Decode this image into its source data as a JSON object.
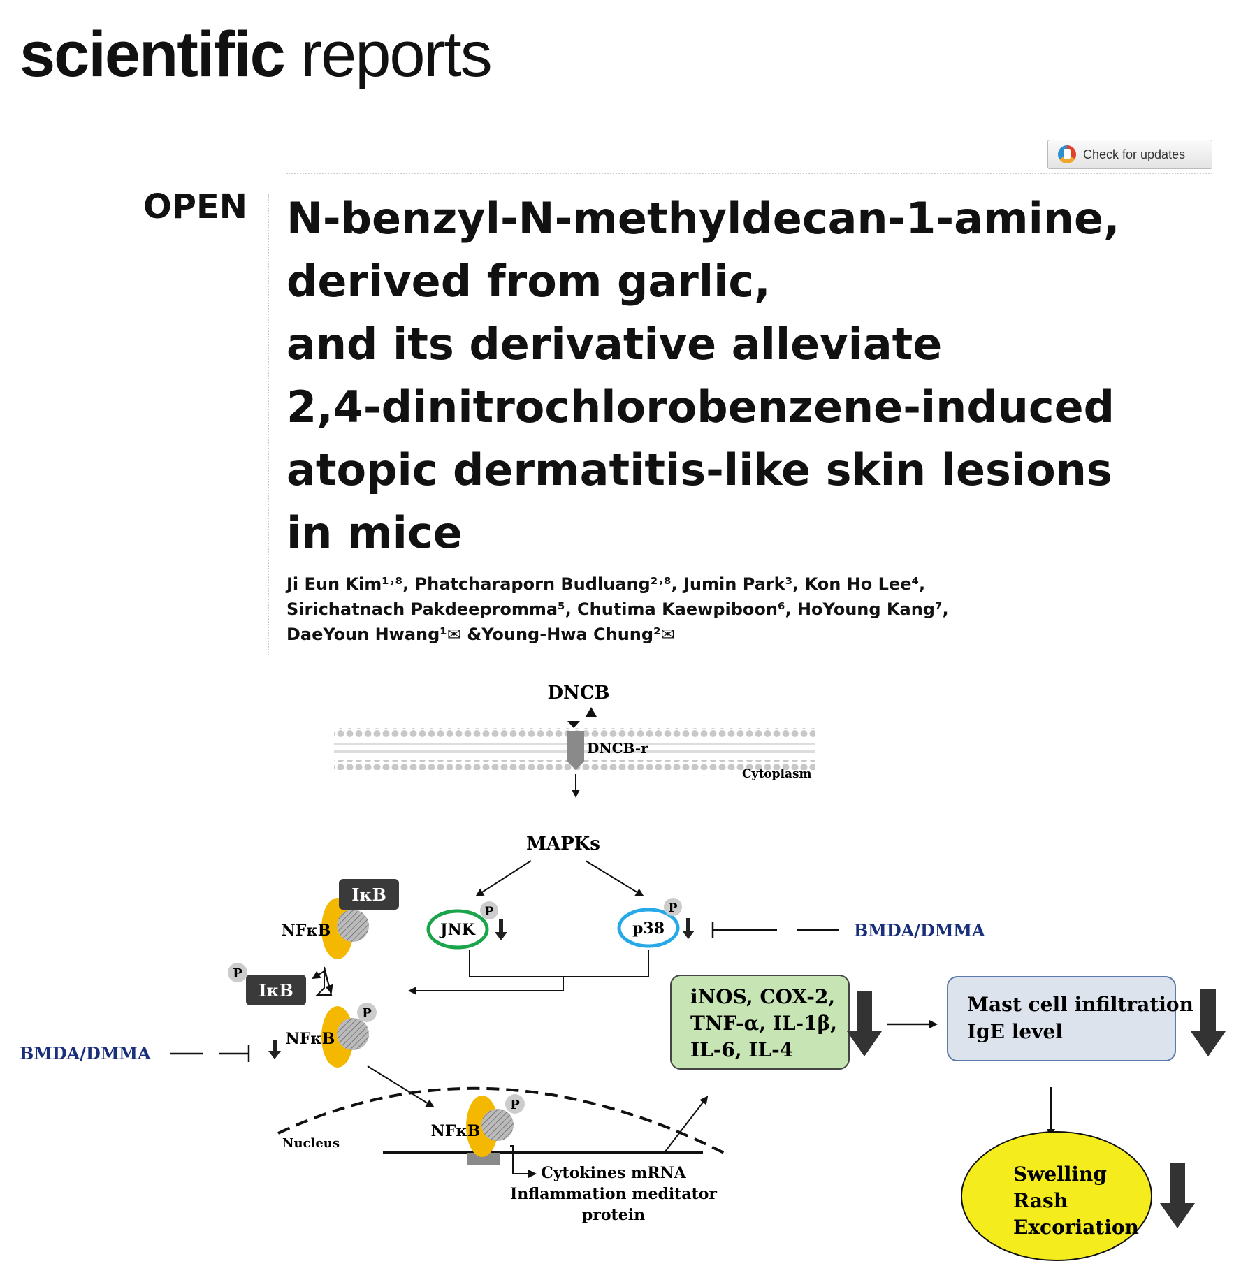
{
  "journal": {
    "bold_part": "scientific",
    "light_part": " reports"
  },
  "updates_label": "Check for updates",
  "open_label": "OPEN",
  "title_lines": [
    "N-benzyl-N-methyldecan-1-amine,",
    "derived from garlic,",
    "and its derivative alleviate",
    "2,4-dinitrochlorobenzene-induced",
    "atopic dermatitis-like skin lesions",
    "in mice"
  ],
  "author_lines": [
    "Ji Eun Kim¹˒⁸, Phatcharaporn Budluang²˒⁸, Jumin Park³, Kon Ho Lee⁴,",
    "Sirichatnach Pakdeepromma⁵, Chutima Kaewpiboon⁶, HoYoung Kang⁷,",
    "DaeYoun Hwang¹✉ &Young-Hwa Chung²✉"
  ],
  "figure": {
    "dncb": "DNCB",
    "receptor": "DNCB-r",
    "cytoplasm": "Cytoplasm",
    "mapks": "MAPKs",
    "jnk": "JNK",
    "p38": "p38",
    "phospho": "P",
    "ikb": "IκB",
    "nfkb": "NFκB",
    "inhibitor": "BMDA/DMMA",
    "nucleus": "Nucleus",
    "mediators": [
      "iNOS, COX-2,",
      "TNF-α, IL-1β,",
      "IL-6, IL-4"
    ],
    "mast": [
      "Mast cell infiltration",
      "IgE level"
    ],
    "symptoms": [
      "Swelling",
      "Rash",
      "Excoriation"
    ],
    "transcription": [
      "Cytokines mRNA",
      "Inflammation meditator",
      "protein"
    ],
    "colors": {
      "nfkb": "#f5b800",
      "jnk": "#1aa54a",
      "p38": "#27a9e8",
      "inhibitor": "#1a2f7a",
      "mediators_box": "#c7e4b4",
      "mast_box": "#dde3ec",
      "symptom_fill": "#f4ec1c"
    }
  }
}
